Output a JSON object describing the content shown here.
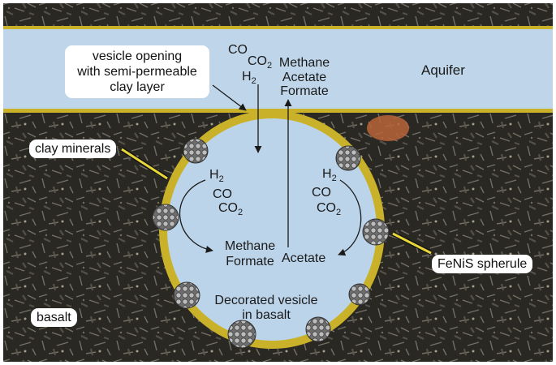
{
  "labels": {
    "aquifer": "Aquifer",
    "vesicle_opening": [
      "vesicle opening",
      "with semi-permeable",
      "clay layer"
    ],
    "clay_minerals": "clay minerals",
    "fenis_spherule": "FeNiS spherule",
    "basalt": "basalt",
    "decorated_vesicle": [
      "Decorated vesicle",
      "in basalt"
    ]
  },
  "aquifer_inflow": {
    "co": "CO",
    "co2": [
      "CO",
      "2"
    ],
    "h2": [
      "H",
      "2"
    ]
  },
  "aquifer_outflow": [
    "Methane",
    "Acetate",
    "Formate"
  ],
  "left_reaction": {
    "inputs": {
      "h2": [
        "H",
        "2"
      ],
      "co": "CO",
      "co2": [
        "CO",
        "2"
      ]
    },
    "outputs": [
      "Methane",
      "Formate"
    ]
  },
  "right_reaction": {
    "inputs": {
      "h2": [
        "H",
        "2"
      ],
      "co": "CO",
      "co2": [
        "CO",
        "2"
      ]
    },
    "output": "Acetate"
  },
  "colors": {
    "aquifer": "#bfd6ea",
    "vesicle": "#bcd4ea",
    "clay_layer": "#c9b22a",
    "basalt": "#2a2822",
    "spherule": "#8a8a8a"
  }
}
